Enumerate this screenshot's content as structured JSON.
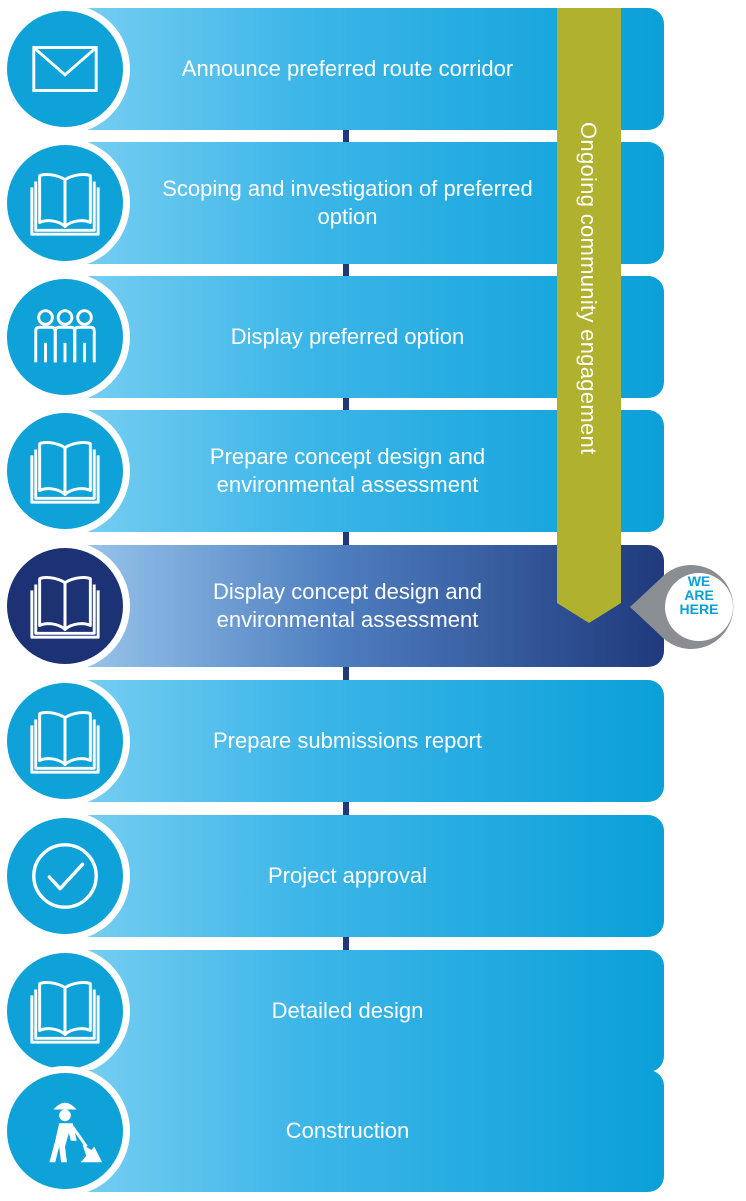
{
  "steps": [
    {
      "label": "Announce preferred route corridor",
      "icon": "envelope-icon",
      "current": false
    },
    {
      "label": "Scoping and investigation of preferred option",
      "icon": "book-icon",
      "current": false
    },
    {
      "label": "Display preferred option",
      "icon": "people-icon",
      "current": false
    },
    {
      "label": "Prepare concept design and environmental assessment",
      "icon": "book-icon",
      "current": false
    },
    {
      "label": "Display concept design and environmental assessment",
      "icon": "book-icon",
      "current": true
    },
    {
      "label": "Prepare submissions report",
      "icon": "book-icon",
      "current": false
    },
    {
      "label": "Project approval",
      "icon": "checkmark-icon",
      "current": false
    },
    {
      "label": "Detailed design",
      "icon": "book-icon",
      "current": false
    },
    {
      "label": "Construction",
      "icon": "construction-worker-icon",
      "current": false
    }
  ],
  "banner": {
    "text": "Ongoing community engagement"
  },
  "marker": {
    "line1": "WE",
    "line2": "ARE",
    "line3": "HERE"
  },
  "colors": {
    "step_blue": "#0aa0d8",
    "current_navy": "#1d3275",
    "banner_olive": "#b1b130",
    "spine": "#1f3a78"
  }
}
